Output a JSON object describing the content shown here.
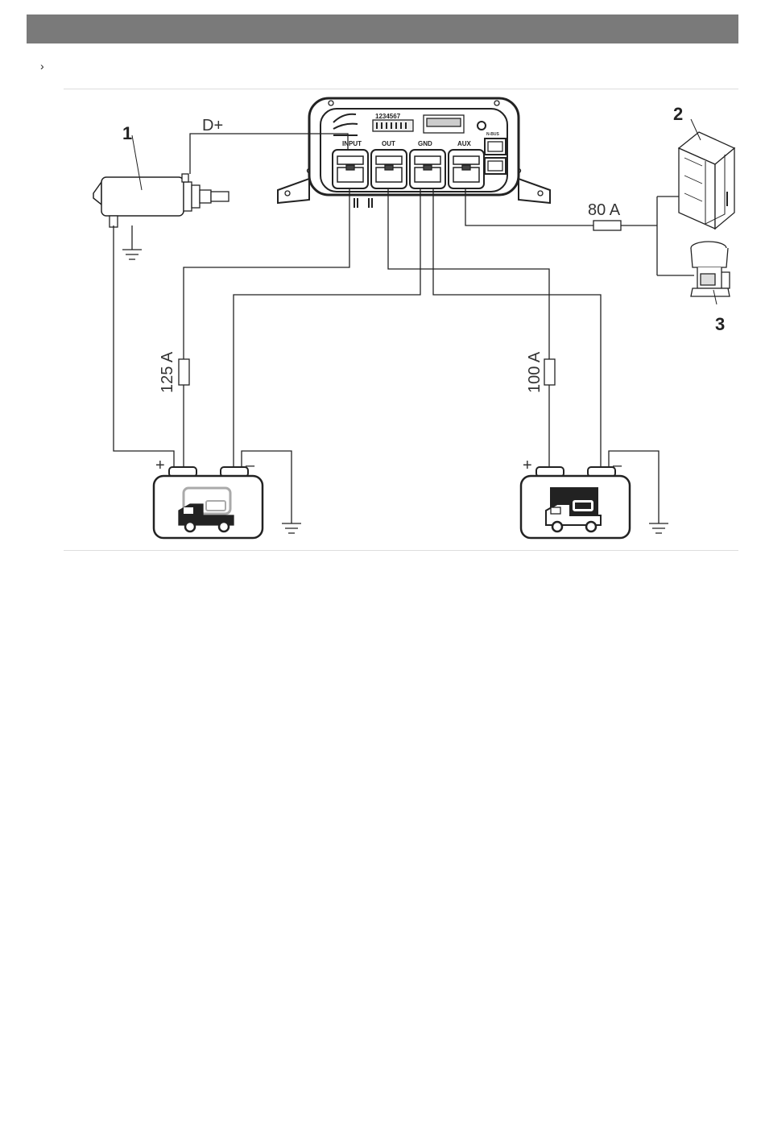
{
  "header": {
    "chevron": "›"
  },
  "diagram": {
    "callouts": {
      "alternator": "1",
      "fridge": "2",
      "coffee_maker": "3"
    },
    "dplus_label": "D+",
    "fuses": {
      "aux": "80 A",
      "input": "125 A",
      "output": "100 A"
    },
    "ports": {
      "input": "INPUT",
      "out": "OUT",
      "gnd": "GND",
      "aux": "AUX",
      "nbus": "N-BUS"
    },
    "dip_numbers": "1234567",
    "battery_left": {
      "plus": "+",
      "minus": "–"
    },
    "battery_right": {
      "plus": "+",
      "minus": "–"
    }
  }
}
